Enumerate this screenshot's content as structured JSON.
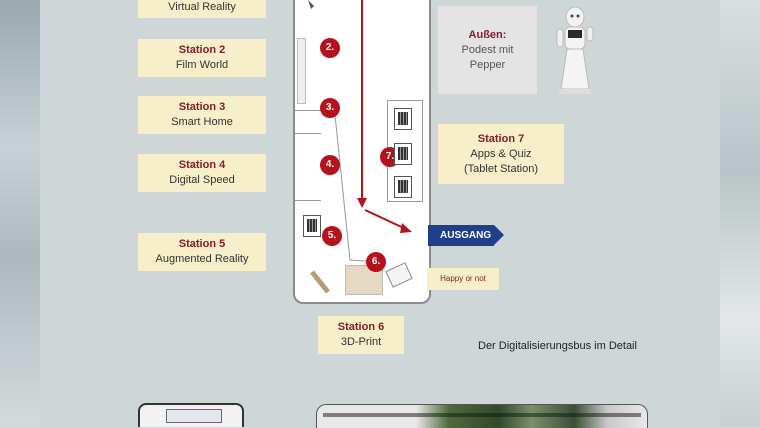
{
  "stations": {
    "s1": {
      "name": "",
      "desc": "Virtual Reality"
    },
    "s2": {
      "name": "Station 2",
      "desc": "Film World"
    },
    "s3": {
      "name": "Station 3",
      "desc": "Smart Home"
    },
    "s4": {
      "name": "Station 4",
      "desc": "Digital Speed"
    },
    "s5": {
      "name": "Station 5",
      "desc": "Augmented Reality"
    },
    "s6": {
      "name": "Station 6",
      "desc": "3D-Print"
    },
    "s7": {
      "name": "Station 7",
      "desc1": "Apps & Quiz",
      "desc2": "(Tablet Station)"
    }
  },
  "outside": {
    "title": "Außen:",
    "line1": "Podest mit",
    "line2": "Pepper"
  },
  "markers": [
    "2.",
    "3.",
    "4.",
    "5.",
    "6.",
    "7."
  ],
  "exit_label": "AUSGANG",
  "happy_label": "Happy or not",
  "caption": "Der Digitalisierungsbus im Detail",
  "colors": {
    "accent": "#b5121b",
    "box": "#f6efc9",
    "exit": "#1f3f8a"
  }
}
